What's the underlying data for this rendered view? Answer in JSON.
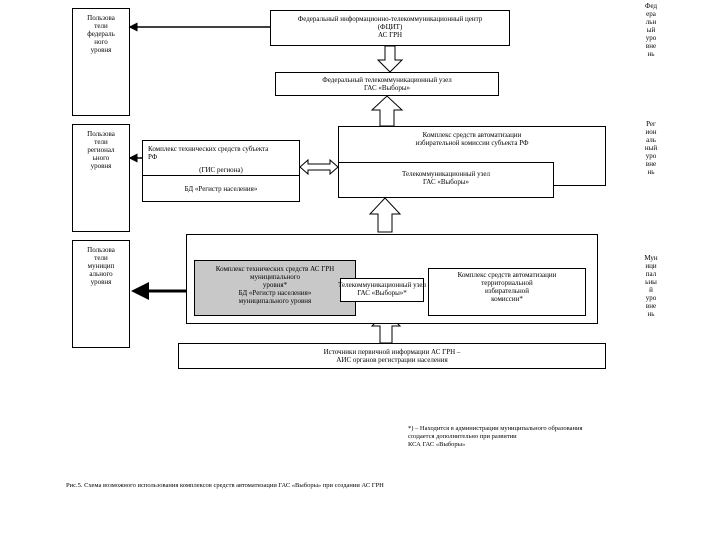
{
  "users": {
    "federal": "Пользова\nтели\nфедераль\nного\nуровня",
    "regional": "Пользова\nтели\nрегионал\nьного\nуровня",
    "municipal": "Пользова\nтели\nмуницип\nального\nуровня"
  },
  "levels": {
    "federal": "Фед\nера\nльн\nый\nуро\nвне\nнь",
    "regional": "Рег\nион\nаль\nный\nуро\nвне\nнь",
    "municipal": "Мун\nици\nпал\nьны\nй\nуро\nвне\nнь"
  },
  "federal": {
    "center": "Федеральный информационно-телекоммуникационный центр\n(ФЦИТ)\nАС ГРН",
    "node": "Федеральный телекоммуникационный узел\nГАС «Выборы»"
  },
  "regional": {
    "kts_subject": "Комплекс технических средств субъекта\nРФ",
    "gis": "(ГИС региона)",
    "bd": "БД «Регистр населения»",
    "ksa_commission": "Комплекс средств автоматизации\nизбирательной комиссии субъекта РФ",
    "telecom_node": "Телекоммуникационный узел\nГАС «Выборы»"
  },
  "municipal": {
    "kts_as_grn": "Комплекс технических средств АС ГРН\nмуниципального\nуровня*\nБД «Регистр населения»\nмуниципального уровня",
    "telecom_node": "Телекоммуникационный узел\nГАС «Выборы»*",
    "ksa_territorial": "Комплекс средств автоматизации\nтерриториальной\nизбирательной\nкомиссии*"
  },
  "sources": "Источники первичной информации АС ГРН –\nАИС органов регистрации населения",
  "footnote": "*) – Находится в администрации муниципального образования\nсоздается дополнительно при развитии\nКСА ГАС «Выборы»",
  "caption": "Рис.5. Схема возможного использования комплексов средств автоматизации ГАС «Выборы» при создании АС ГРН"
}
